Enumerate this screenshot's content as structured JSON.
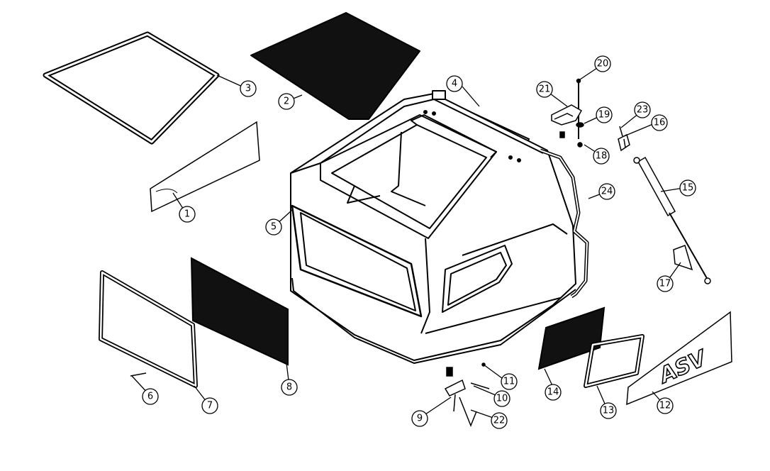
{
  "diagram": {
    "logo_text": "ASV",
    "callouts": [
      "1",
      "2",
      "3",
      "4",
      "5",
      "6",
      "7",
      "8",
      "9",
      "10",
      "11",
      "12",
      "13",
      "14",
      "15",
      "16",
      "17",
      "18",
      "19",
      "20",
      "21",
      "22",
      "23",
      "24"
    ]
  },
  "colors": {
    "line": "#000000",
    "fill_dark": "#111111",
    "background": "#ffffff"
  }
}
